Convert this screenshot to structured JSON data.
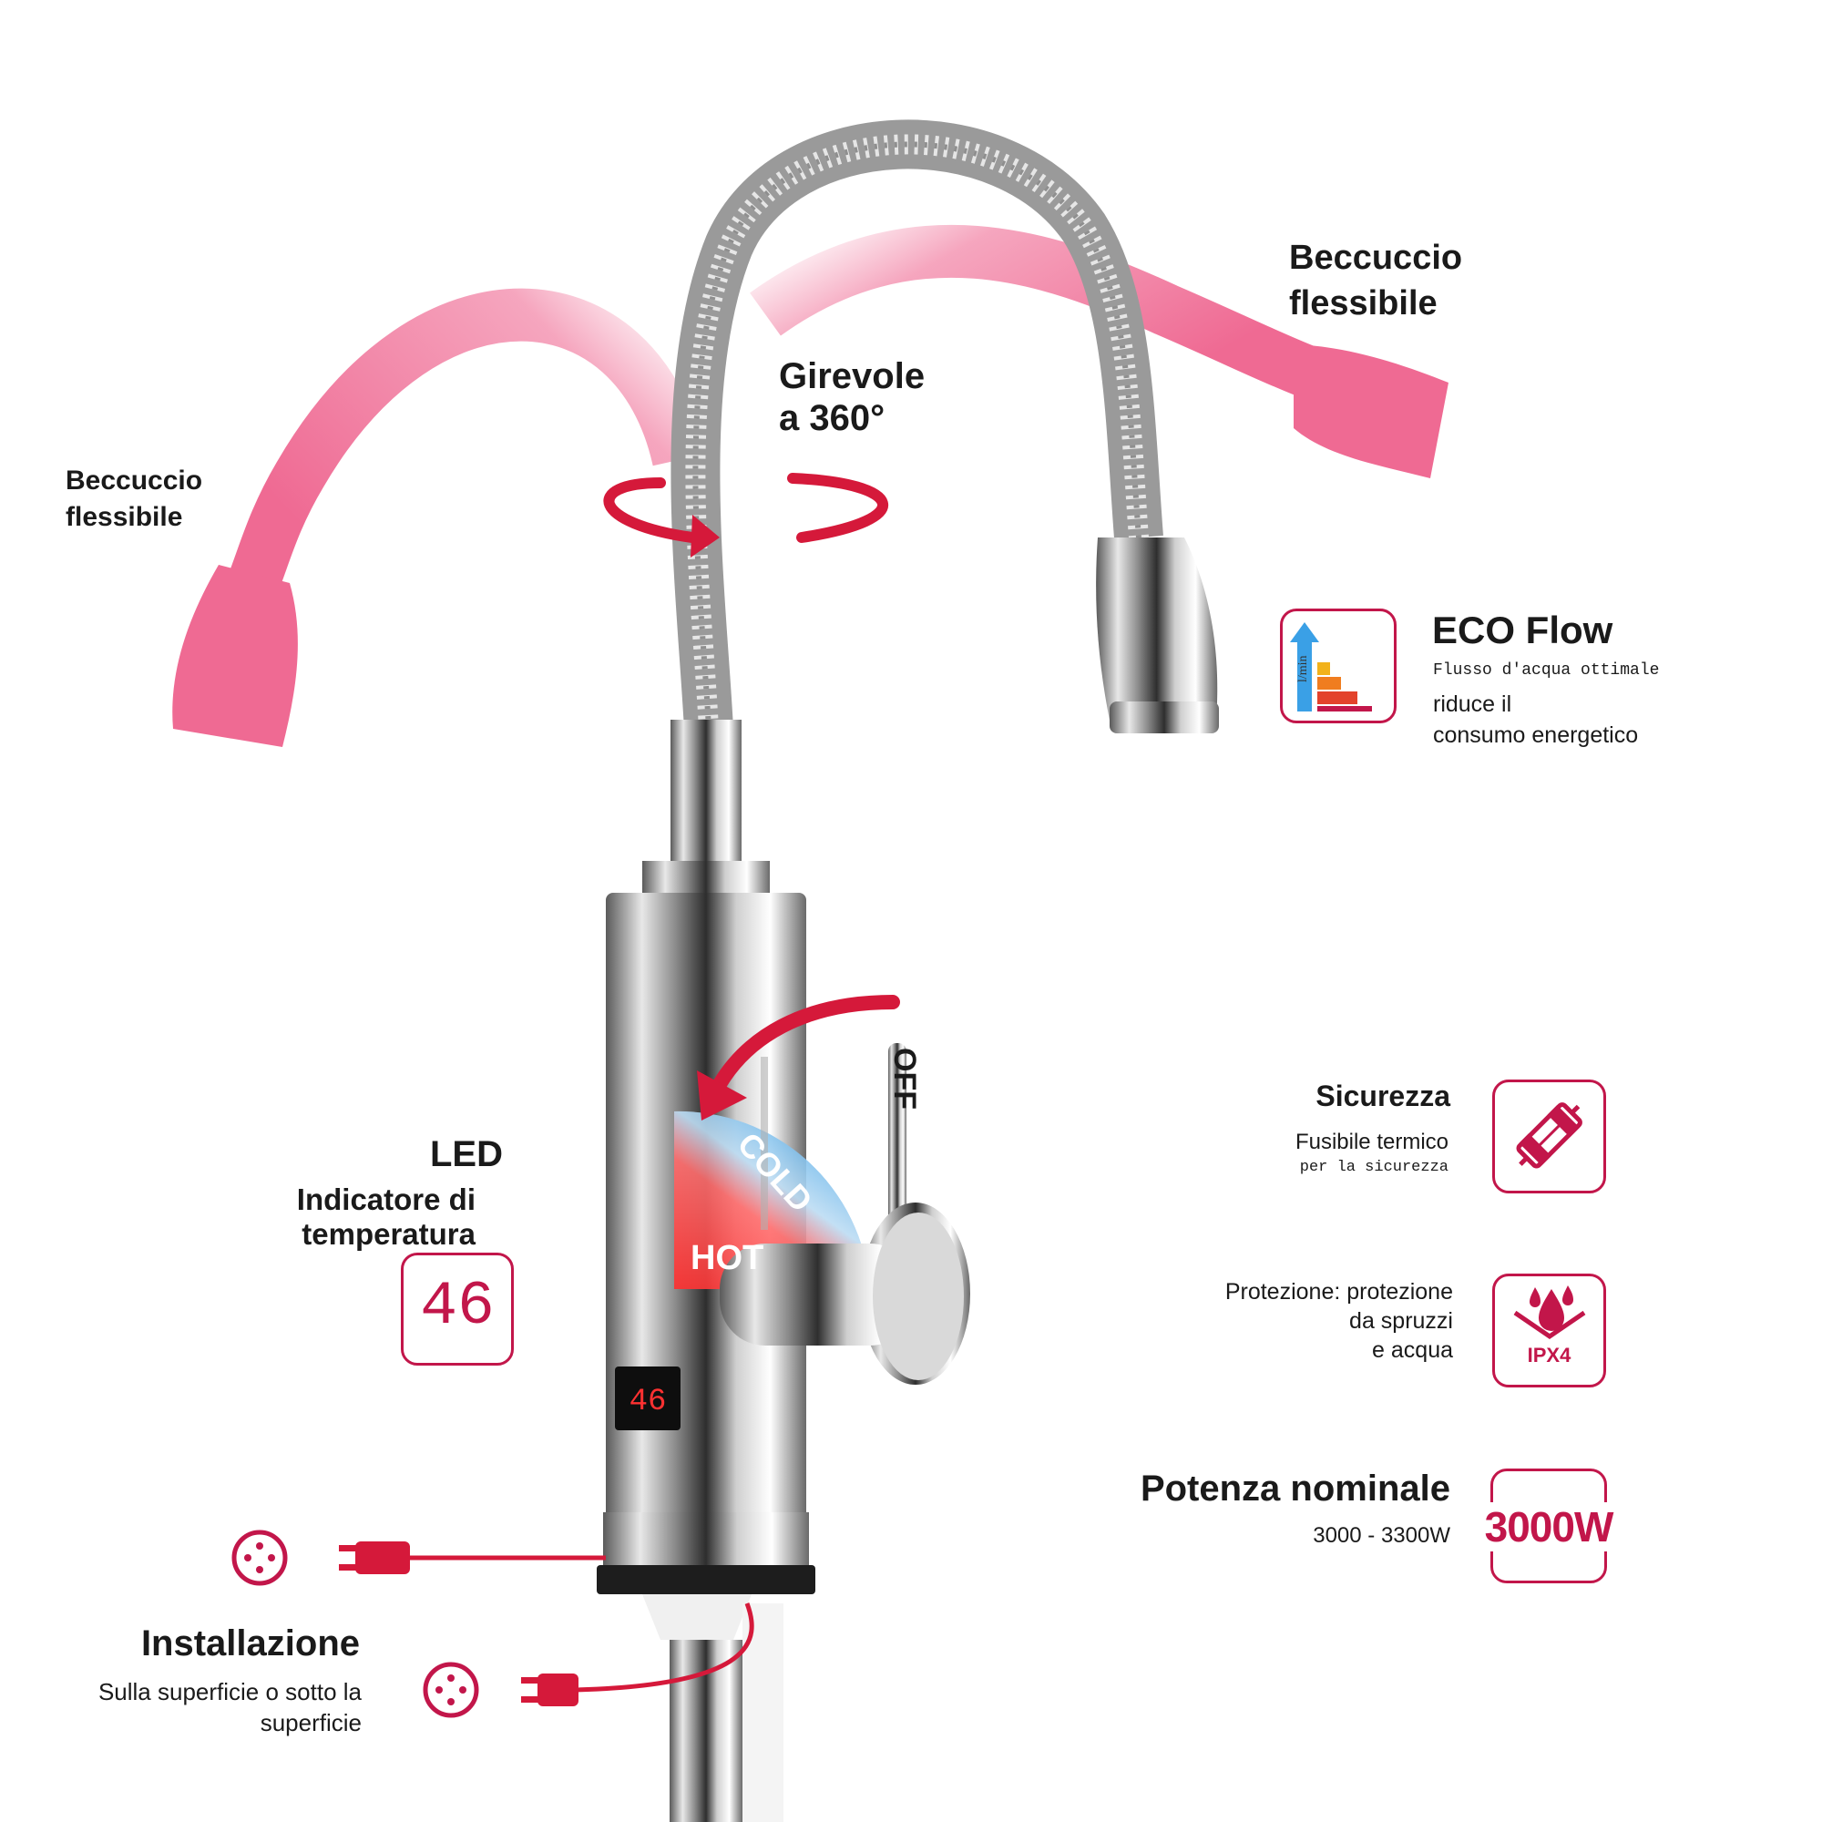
{
  "labels": {
    "spout_left": [
      "Beccuccio",
      "flessibile"
    ],
    "spout_right": [
      "Beccuccio",
      "flessibile"
    ],
    "swivel": [
      "Girevole",
      "a 360°"
    ],
    "eco": {
      "title": "ECO Flow",
      "subtitle": "Flusso d'acqua ottimale",
      "desc": [
        "riduce il",
        "consumo energetico"
      ],
      "icon_unit": "l/min"
    },
    "lever": {
      "off": "OFF",
      "cold": "COLD",
      "hot": "HOT"
    },
    "led": {
      "title": "LED",
      "subtitle": "Indicatore di temperatura",
      "value": "46"
    },
    "display_value": "46",
    "safety": {
      "title": "Sicurezza",
      "desc": "Fusibile termico",
      "sub": "per la sicurezza"
    },
    "protection": {
      "desc": [
        "Protezione: protezione",
        "da spruzzi",
        "e acqua"
      ],
      "badge": "IPX4"
    },
    "power": {
      "title": "Potenza nominale",
      "range": "3000 - 3300W",
      "badge": "3000W"
    },
    "install": {
      "title": "Installazione",
      "desc": [
        "Sulla superficie o sotto la",
        "superficie"
      ]
    }
  },
  "colors": {
    "accent": "#c2164a",
    "pink": "#ef6a93",
    "hot": "#ff4d4d",
    "cold": "#4aa8e8"
  }
}
